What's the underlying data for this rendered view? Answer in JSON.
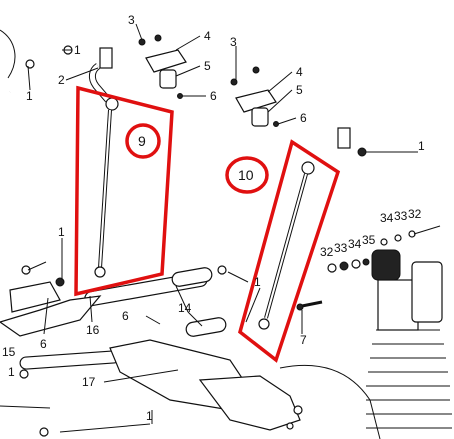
{
  "callouts": {
    "c1a": "1",
    "c1b": "1",
    "c1c": "1",
    "c1d": "1",
    "c1e": "1",
    "c1f": "1",
    "c1g": "1",
    "c2": "2",
    "c3a": "3",
    "c3b": "3",
    "c4a": "4",
    "c4b": "4",
    "c5a": "5",
    "c5b": "5",
    "c6a": "6",
    "c6b": "6",
    "c6c": "6",
    "c6d": "6",
    "c7": "7",
    "c9": "9",
    "c10": "10",
    "c14": "14",
    "c15": "15",
    "c16": "16",
    "c17": "17",
    "c32a": "32",
    "c32b": "32",
    "c33a": "33",
    "c33b": "33",
    "c34a": "34",
    "c34b": "34",
    "c35": "35"
  },
  "highlight_color": "#e01010"
}
